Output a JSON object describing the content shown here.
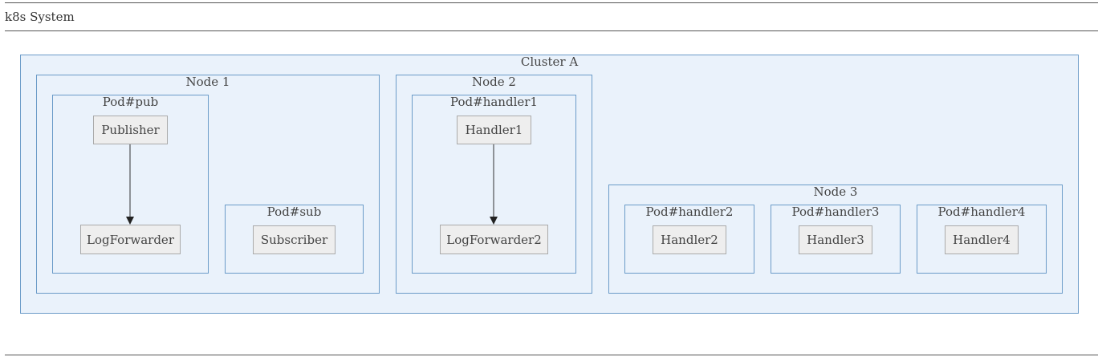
{
  "page": {
    "title": "k8s System"
  },
  "cluster": {
    "label": "Cluster A",
    "nodes": [
      {
        "label": "Node 1",
        "pods": [
          {
            "label": "Pod#pub",
            "components": [
              "Publisher",
              "LogForwarder"
            ]
          },
          {
            "label": "Pod#sub",
            "components": [
              "Subscriber"
            ]
          }
        ]
      },
      {
        "label": "Node 2",
        "pods": [
          {
            "label": "Pod#handler1",
            "components": [
              "Handler1",
              "LogForwarder2"
            ]
          }
        ]
      },
      {
        "label": "Node 3",
        "pods": [
          {
            "label": "Pod#handler2",
            "components": [
              "Handler2"
            ]
          },
          {
            "label": "Pod#handler3",
            "components": [
              "Handler3"
            ]
          },
          {
            "label": "Pod#handler4",
            "components": [
              "Handler4"
            ]
          }
        ]
      }
    ]
  },
  "edges": [
    {
      "from": "Publisher",
      "to": "LogForwarder"
    },
    {
      "from": "Handler1",
      "to": "LogForwarder2"
    }
  ],
  "colors": {
    "container_fill": "#eaf2fb",
    "container_border": "#6b9bc8",
    "component_fill": "#eeeeee",
    "component_border": "#aaaaaa",
    "arrow": "#222222"
  }
}
